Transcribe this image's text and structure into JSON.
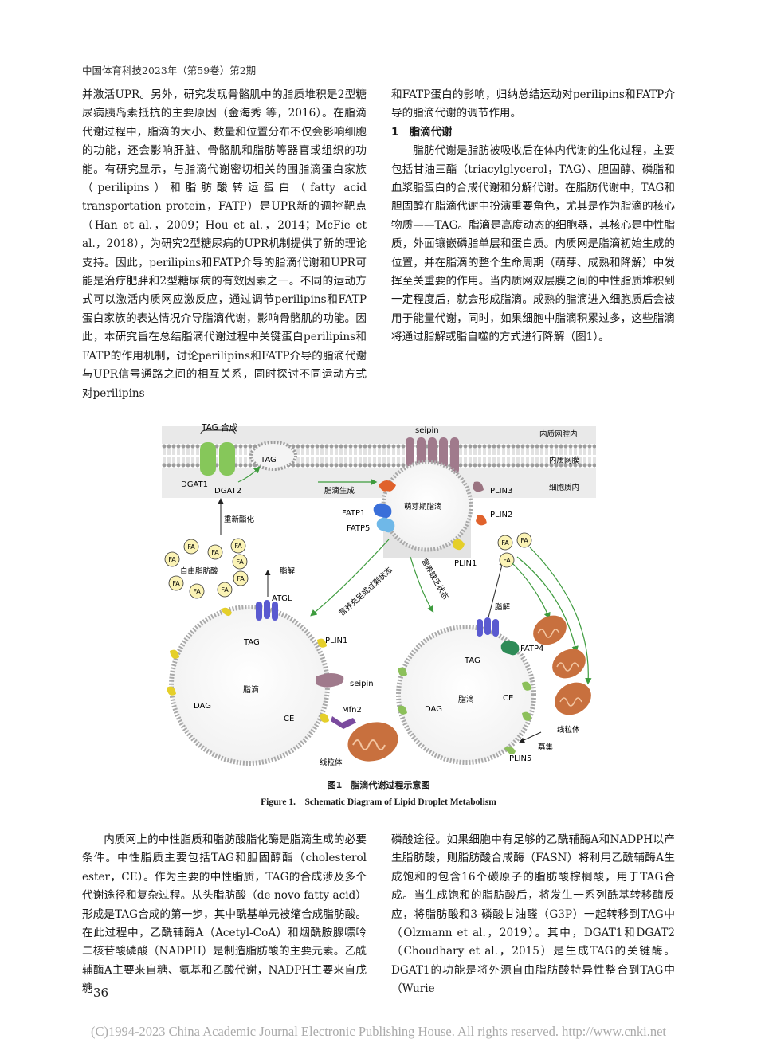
{
  "header": {
    "journal": "中国体育科技2023年（第59卷）第2期"
  },
  "left_top": [
    "并激活UPR。另外，研究发现骨骼肌中的脂质堆积是2型糖尿病胰岛素抵抗的主要原因（金海秀 等，2016）。在脂滴代谢过程中，脂滴的大小、数量和位置分布不仅会影响细胞的功能，还会影响肝脏、骨骼肌和脂肪等器官或组织的功能。有研究显示，与脂滴代谢密切相关的围脂滴蛋白家族（perilipins）和脂肪酸转运蛋白（fatty acid transportation protein，FATP）是UPR新的调控靶点（Han et al.，2009；Hou et al.，2014；McFie et al.，2018），为研究2型糖尿病的UPR机制提供了新的理论支持。因此，perilipins和FATP介导的脂滴代谢和UPR可能是治疗肥胖和2型糖尿病的有效因素之一。不同的运动方式可以激活内质网应激反应，通过调节perilipins和FATP蛋白家族的表达情况介导脂滴代谢，影响骨骼肌的功能。因此，本研究旨在总结脂滴代谢过程中关键蛋白perilipins和FATP的作用机制，讨论perilipins和FATP介导的脂滴代谢与UPR信号通路之间的相互关系，同时探讨不同运动方式对perilipins"
  ],
  "right_top": {
    "continuation": "和FATP蛋白的影响，归纳总结运动对perilipins和FATP介导的脂滴代谢的调节作用。",
    "section_title": "1　脂滴代谢",
    "para": "脂肪代谢是脂肪被吸收后在体内代谢的生化过程，主要包括甘油三酯（triacylglycerol，TAG）、胆固醇、磷脂和血浆脂蛋白的合成代谢和分解代谢。在脂肪代谢中，TAG和胆固醇在脂滴代谢中扮演重要角色，尤其是作为脂滴的核心物质——TAG。脂滴是高度动态的细胞器，其核心是中性脂质，外面镶嵌磷脂单层和蛋白质。内质网是脂滴初始生成的位置，并在脂滴的整个生命周期（萌芽、成熟和降解）中发挥至关重要的作用。当内质网双层膜之间的中性脂质堆积到一定程度后，就会形成脂滴。成熟的脂滴进入细胞质后会被用于能量代谢，同时，如果细胞中脂滴积累过多，这些脂滴将通过脂解或脂自噬的方式进行降解（图1）。"
  },
  "figure": {
    "labels": {
      "tag_synthesis": "TAG 合成",
      "tag": "TAG",
      "dgat1": "DGAT1",
      "dgat2": "DGAT2",
      "seipin": "seipin",
      "er_lumen": "内质网腔内",
      "er_membrane": "内质网膜",
      "cytoplasm": "细胞质内",
      "ld_generation": "脂滴生成",
      "plin3": "PLIN3",
      "plin2": "PLIN2",
      "fatp1": "FATP1",
      "fatp5": "FATP5",
      "budding_ld": "萌芽期脂滴",
      "plin1": "PLIN1",
      "reesterification": "重新酯化",
      "fa": "FA",
      "free_fa": "自由脂肪酸",
      "lipolysis": "脂解",
      "atgl": "ATGL",
      "nutrient_excess": "营养充足或过剩状态",
      "nutrient_deficit": "营养缺乏状态",
      "ld": "脂滴",
      "dag": "DAG",
      "ce": "CE",
      "mfn2": "Mfn2",
      "mitochondria": "线粒体",
      "fatp4": "FATP4",
      "recruit": "募集",
      "plin5": "PLIN5"
    },
    "caption_cn": "图1　脂滴代谢过程示意图",
    "caption_en": "Figure 1.　Schematic Diagram of Lipid Droplet Metabolism"
  },
  "left_bottom": "内质网上的中性脂质和脂肪酸脂化酶是脂滴生成的必要条件。中性脂质主要包括TAG和胆固醇酯（cholesterol ester，CE）。作为主要的中性脂质，TAG的合成涉及多个代谢途径和复杂过程。从头脂肪酸（de novo fatty acid）形成是TAG合成的第一步，其中酰基单元被缩合成脂肪酸。在此过程中，乙酰辅酶A（Acetyl-CoA）和烟酰胺腺嘌呤二核苷酸磷酸（NADPH）是制造脂肪酸的主要元素。乙酰辅酶A主要来自糖、氨基和乙酸代谢，NADPH主要来自戊糖",
  "right_bottom": "磷酸途径。如果细胞中有足够的乙酰辅酶A和NADPH以产生脂肪酸，则脂肪酸合成酶（FASN）将利用乙酰辅酶A生成饱和的包含16个碳原子的脂肪酸棕榈酸，用于TAG合成。当生成饱和的脂肪酸后，将发生一系列酰基转移酶反应，将脂肪酸和3-磷酸甘油醛（G3P）一起转移到TAG中（Olzmann et al.，2019）。其中，DGAT1和DGAT2（Choudhary et al.，2015）是生成TAG的关键酶。DGAT1的功能是将外源自由脂肪酸特异性整合到TAG中（Wurie",
  "page_number": "36",
  "footer": "(C)1994-2023 China Academic Journal Electronic Publishing House. All rights reserved.    http://www.cnki.net"
}
